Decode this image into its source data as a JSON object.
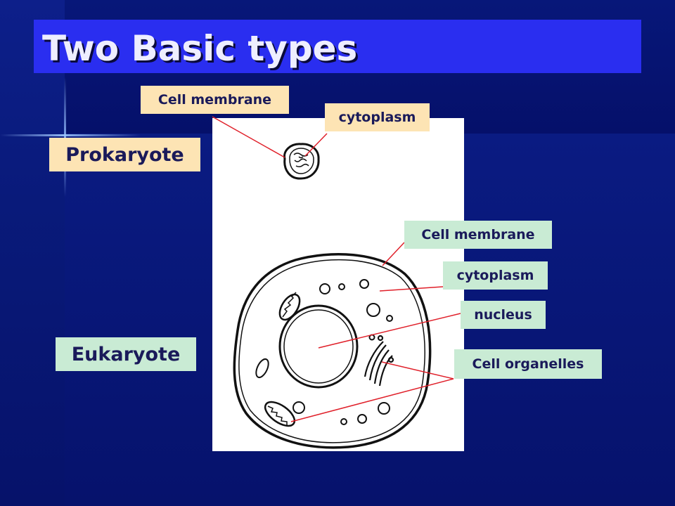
{
  "slide": {
    "title": "Two Basic types"
  },
  "types": {
    "prokaryote": "Prokaryote",
    "eukaryote": "Eukaryote"
  },
  "prokaryote_labels": {
    "cell_membrane": "Cell membrane",
    "cytoplasm": "cytoplasm"
  },
  "eukaryote_labels": {
    "cell_membrane": "Cell membrane",
    "cytoplasm": "cytoplasm",
    "nucleus": "nucleus",
    "cell_organelles": "Cell organelles"
  },
  "colors": {
    "background": "#000a55",
    "title_bar": "#2a2ef0",
    "label_tan": "#fde4b4",
    "label_mint": "#c9ebd4",
    "pointer_line": "#e0202a"
  }
}
